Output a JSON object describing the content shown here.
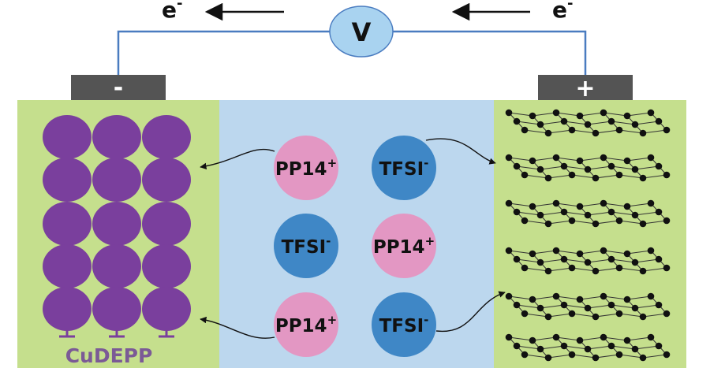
{
  "labels": {
    "electron_left": "e",
    "electron_right": "e",
    "electron_sup": "-",
    "voltmeter": "V",
    "negative_terminal": "-",
    "positive_terminal": "+",
    "anode_material": "CuDEPP"
  },
  "ions": [
    {
      "base": "PP14",
      "sup": "+"
    },
    {
      "base": "TFSI",
      "sup": "-"
    },
    {
      "base": "TFSI",
      "sup": "-"
    },
    {
      "base": "PP14",
      "sup": "+"
    },
    {
      "base": "PP14",
      "sup": "+"
    },
    {
      "base": "TFSI",
      "sup": "-"
    }
  ],
  "colors": {
    "electrode_green": "#c5df8d",
    "electrolyte_blue": "#bcd7ee",
    "cation_pink": "#e397c3",
    "anion_blue": "#3f87c6",
    "cudepp_purple": "#7a3f9d",
    "wire_blue": "#4a7cc0",
    "voltmeter_fill": "#a9d3f0",
    "terminal_gray": "#545454",
    "cudepp_label": "#7b5a96"
  }
}
